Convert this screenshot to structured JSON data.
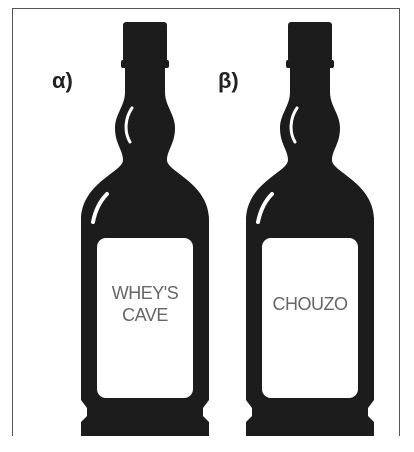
{
  "panels": [
    {
      "label": "α)",
      "bottle_text": [
        "WHEY'S",
        "CAVE"
      ]
    },
    {
      "label": "β)",
      "bottle_text": [
        "CHOUZO"
      ]
    }
  ],
  "colors": {
    "bottle": "#1c1c1c",
    "label_fill": "#ffffff",
    "label_text": "#666666",
    "frame": "#555555"
  }
}
